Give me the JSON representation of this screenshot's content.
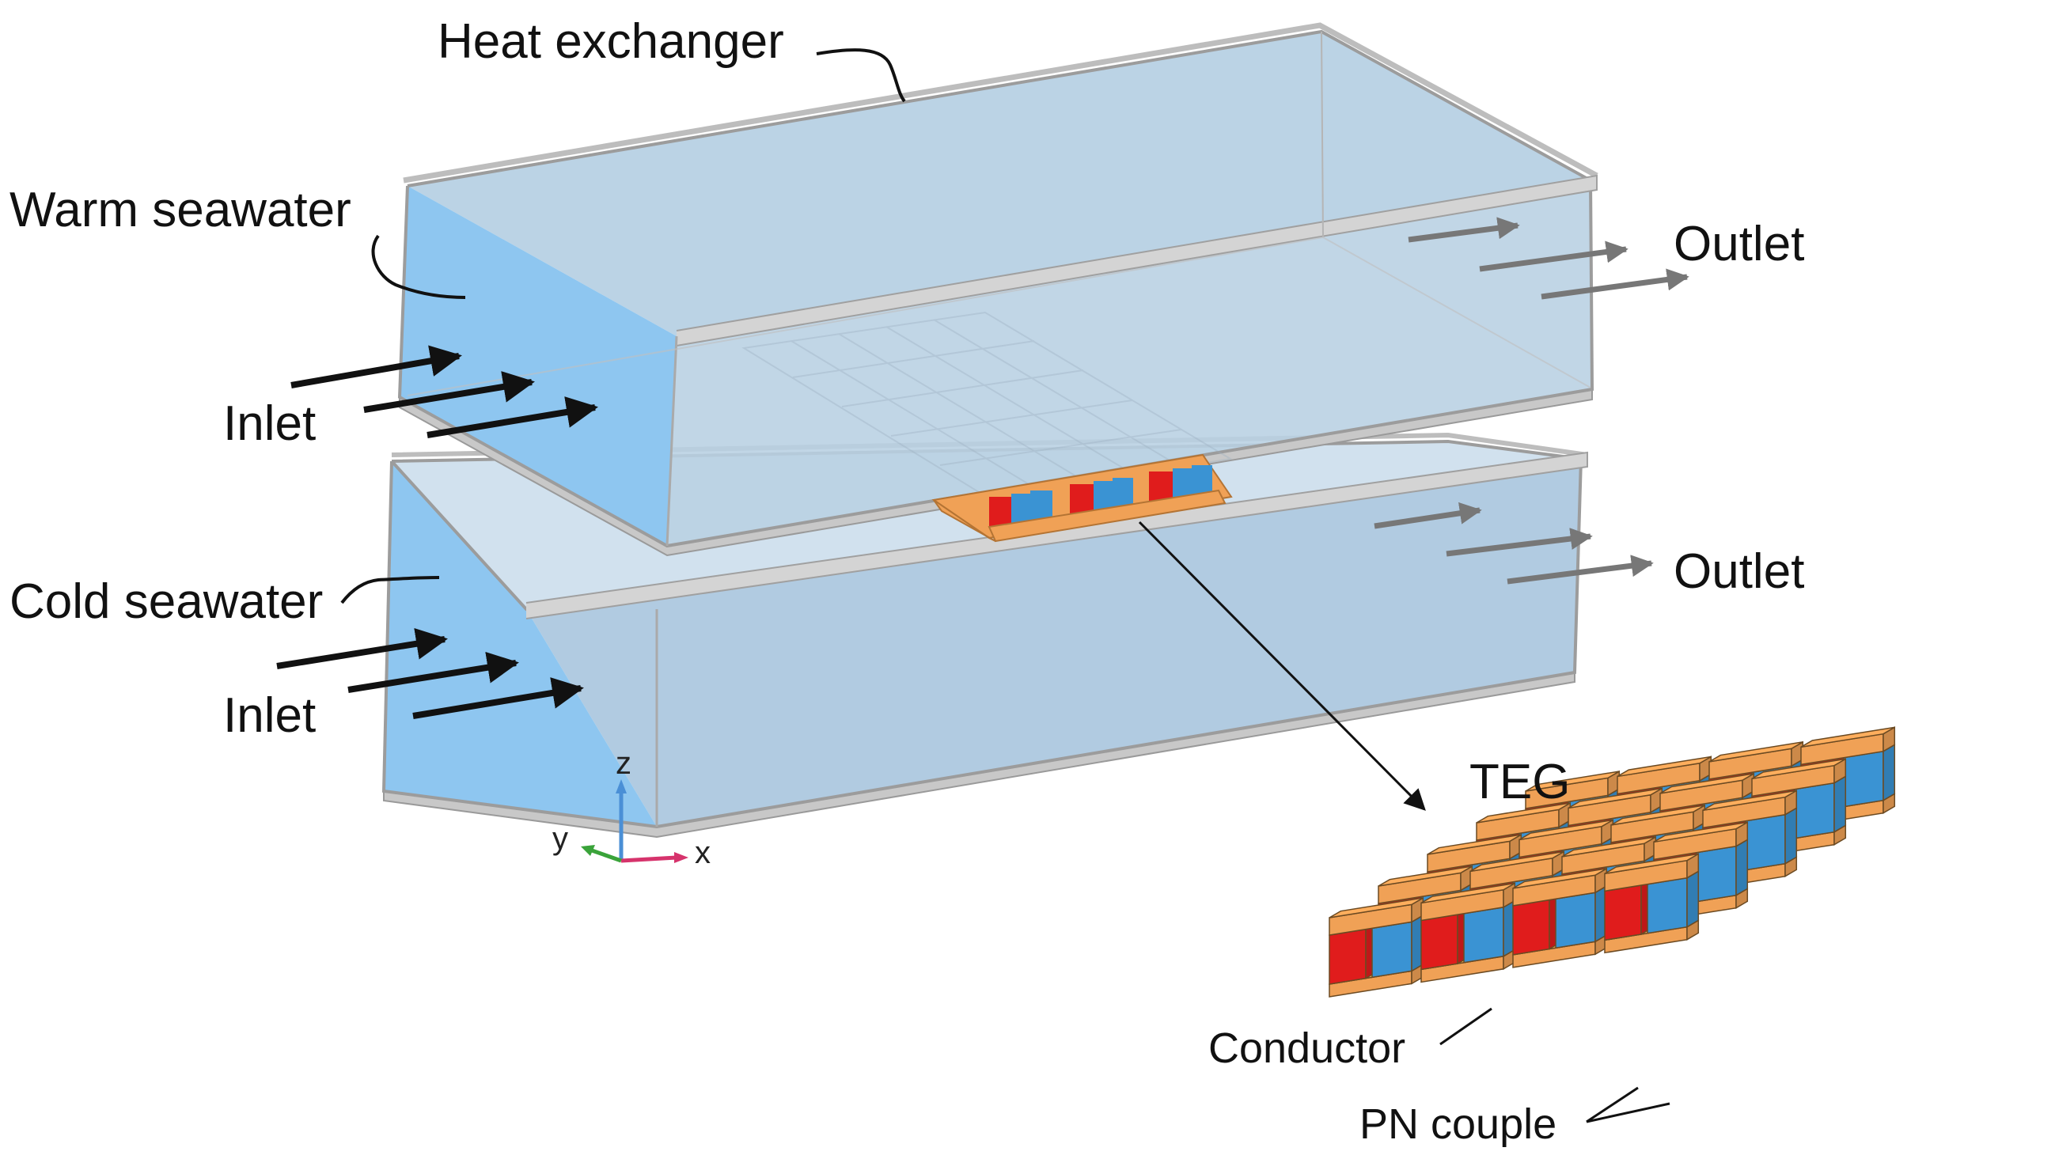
{
  "labels": {
    "heat_exchanger": "Heat exchanger",
    "warm_seawater": "Warm seawater",
    "cold_seawater": "Cold seawater",
    "inlet_top": "Inlet",
    "inlet_bottom": "Inlet",
    "outlet_top": "Outlet",
    "outlet_bottom": "Outlet",
    "teg": "TEG",
    "conductor": "Conductor",
    "pn_couple": "PN couple"
  },
  "axes": {
    "x": "x",
    "y": "y",
    "z": "z"
  },
  "colors": {
    "water_face": "#8ec6f0",
    "water_top": "#b9d2e6",
    "frame": "#b0b0b0",
    "conductor": "#f0a156",
    "p_leg": "#e01c1c",
    "n_leg": "#3a93d3",
    "axis_x": "#d6336c",
    "axis_y": "#3aa33a",
    "axis_z": "#4a8fd6"
  }
}
